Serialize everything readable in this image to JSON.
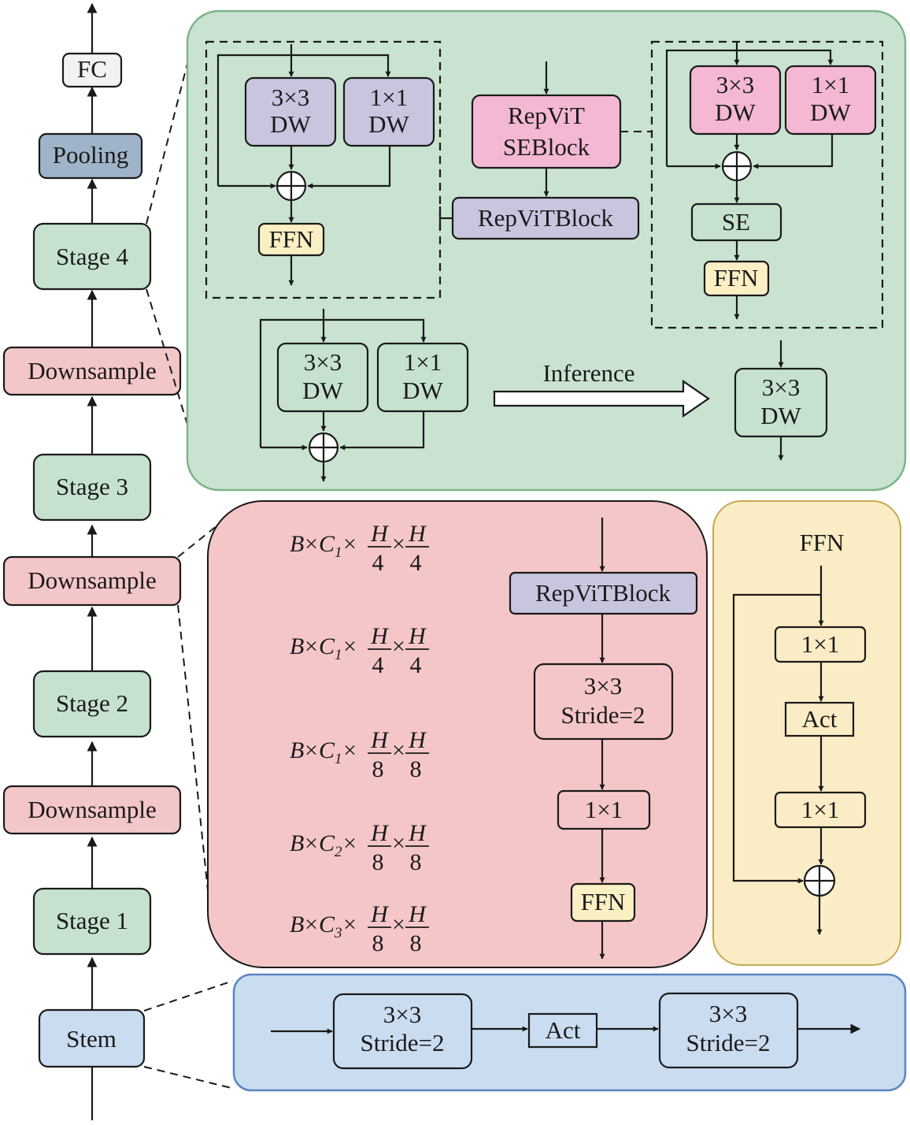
{
  "colors": {
    "stage": "#c6e2cf",
    "downsample": "#f3c6c8",
    "pooling": "#9fb4c8",
    "fc": "#f2f2f2",
    "stem": "#c9dcf0",
    "block": "#c8c6df",
    "seblock": "#f4b8d4",
    "ffn": "#fbefc4",
    "green_panel": "#c9e3d0",
    "red_panel": "#f5c6c8",
    "yellow_panel": "#faecc4",
    "blue_panel": "#cadcf0"
  },
  "pipeline": {
    "fc": "FC",
    "pooling": "Pooling",
    "stage4": "Stage 4",
    "downsample3": "Downsample",
    "stage3": "Stage 3",
    "downsample2": "Downsample",
    "stage2": "Stage 2",
    "downsample1": "Downsample",
    "stage1": "Stage 1",
    "stem": "Stem"
  },
  "stage_panel": {
    "repvit_block": {
      "dw3_l1": "3×3",
      "dw3_l2": "DW",
      "dw1_l1": "1×1",
      "dw1_l2": "DW",
      "ffn": "FFN"
    },
    "center": {
      "se_block_l1": "RepViT",
      "se_block_l2": "SEBlock",
      "block": "RepViTBlock"
    },
    "se_block": {
      "dw3_l1": "3×3",
      "dw3_l2": "DW",
      "dw1_l1": "1×1",
      "dw1_l2": "DW",
      "se": "SE",
      "ffn": "FFN"
    },
    "reparam": {
      "dw3_l1": "3×3",
      "dw3_l2": "DW",
      "dw1_l1": "1×1",
      "dw1_l2": "DW",
      "inference": "Inference",
      "out_l1": "3×3",
      "out_l2": "DW"
    }
  },
  "downsample_panel": {
    "dims": [
      {
        "b": "B",
        "c": "C",
        "sub": "1",
        "n1": "H",
        "d1": "4",
        "n2": "H",
        "d2": "4"
      },
      {
        "b": "B",
        "c": "C",
        "sub": "1",
        "n1": "H",
        "d1": "4",
        "n2": "H",
        "d2": "4"
      },
      {
        "b": "B",
        "c": "C",
        "sub": "1",
        "n1": "H",
        "d1": "8",
        "n2": "H",
        "d2": "8"
      },
      {
        "b": "B",
        "c": "C",
        "sub": "2",
        "n1": "H",
        "d1": "8",
        "n2": "H",
        "d2": "8"
      },
      {
        "b": "B",
        "c": "C",
        "sub": "3",
        "n1": "H",
        "d1": "8",
        "n2": "H",
        "d2": "8"
      }
    ],
    "times": "×",
    "block": "RepViTBlock",
    "conv_l1": "3×3",
    "conv_l2": "Stride=2",
    "pw": "1×1",
    "ffn": "FFN"
  },
  "ffn_panel": {
    "title": "FFN",
    "pw1": "1×1",
    "act": "Act",
    "pw2": "1×1"
  },
  "stem_panel": {
    "conv1_l1": "3×3",
    "conv1_l2": "Stride=2",
    "act": "Act",
    "conv2_l1": "3×3",
    "conv2_l2": "Stride=2"
  }
}
